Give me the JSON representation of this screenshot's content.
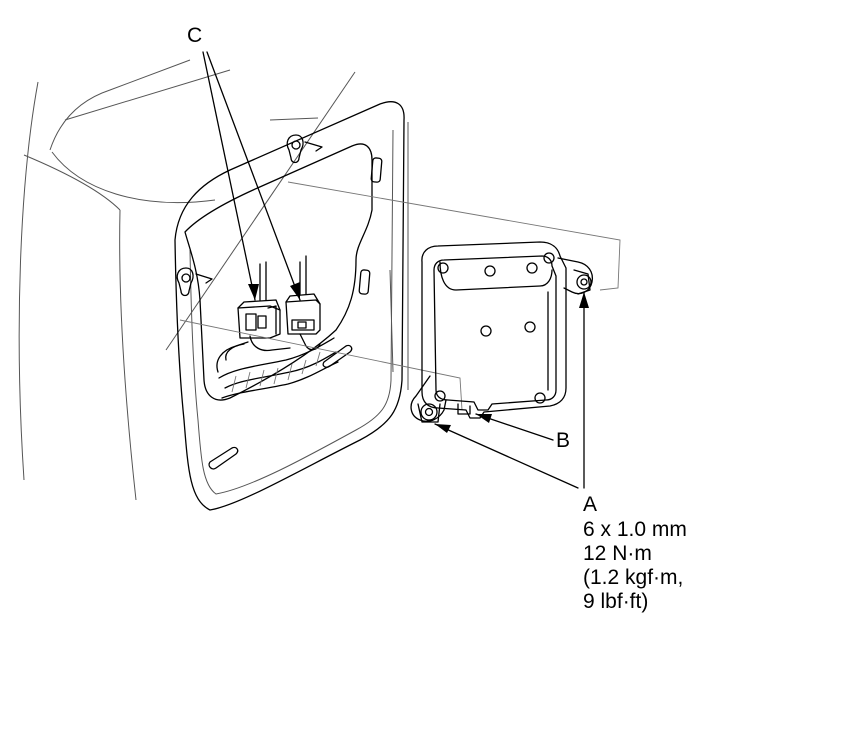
{
  "callouts": {
    "c": "C",
    "b": "B",
    "a": "A"
  },
  "spec_a": {
    "line1": "6 x 1.0 mm",
    "line2": "12 N·m",
    "line3": "(1.2 kgf·m,",
    "line4": "9 lbf·ft)"
  }
}
